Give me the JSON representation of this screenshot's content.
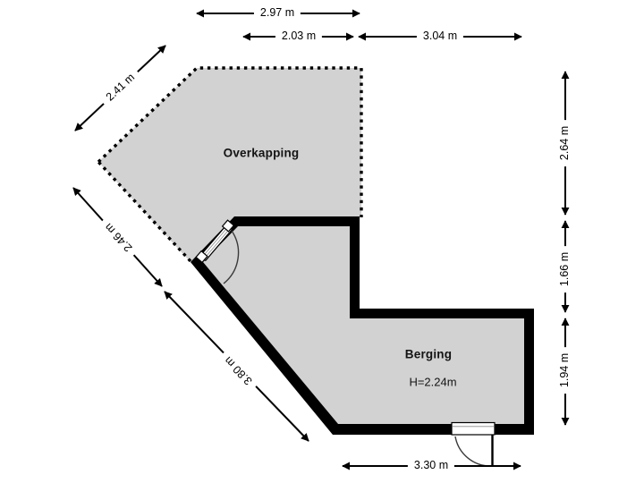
{
  "rooms": {
    "overkapping": {
      "label": "Overkapping"
    },
    "berging": {
      "label": "Berging",
      "height_note": "H=2.24m"
    }
  },
  "dimensions": {
    "top_total": "2.97 m",
    "top_left": "2.03 m",
    "top_right": "3.04 m",
    "edge_upper_left": "2.41 m",
    "edge_lower_left_upper": "2.46 m",
    "edge_lower_left_lower": "3.80 m",
    "right_upper": "2.64 m",
    "right_middle": "1.66 m",
    "right_lower": "1.94 m",
    "bottom": "3.30 m"
  },
  "colors": {
    "floor_fill": "#d2d2d2",
    "wall": "#000000",
    "background": "#ffffff",
    "dimension_line": "#000000",
    "label_pill": "#ffffff",
    "text": "#141414"
  }
}
